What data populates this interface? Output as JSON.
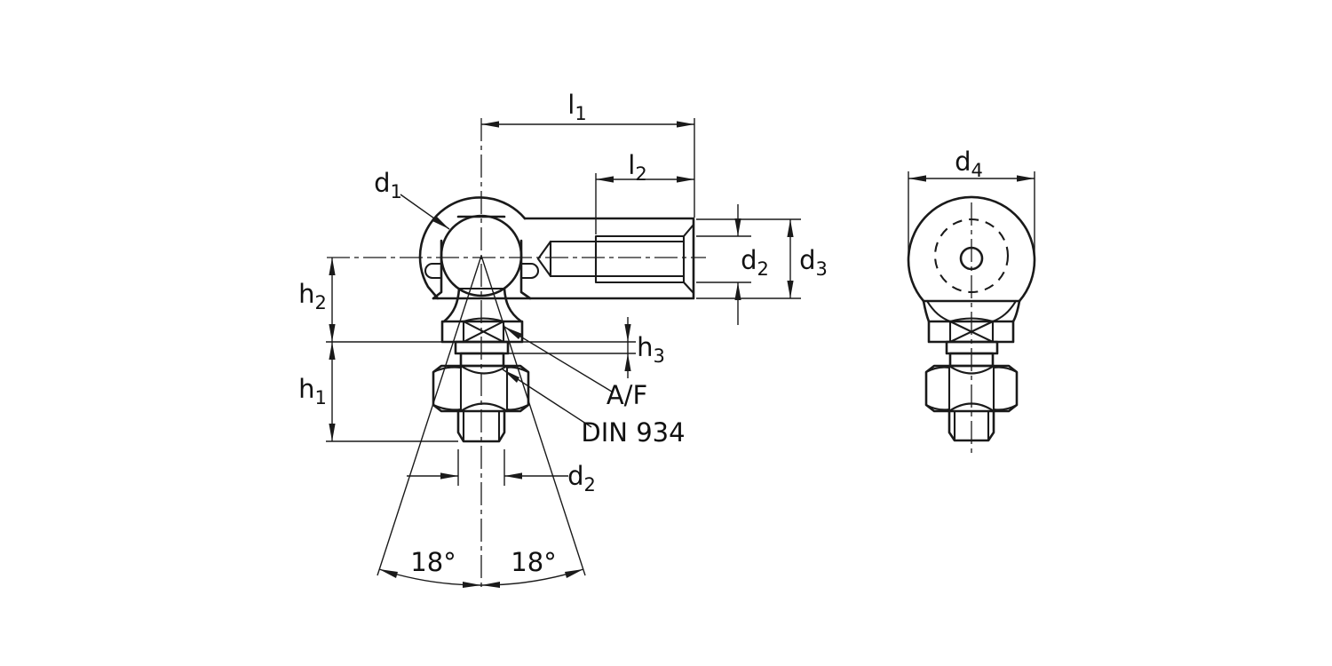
{
  "drawing": {
    "kind": "technical-dimension-drawing",
    "background": "#ffffff",
    "line_color": "#1a1a1a",
    "views": {
      "side": "side-view-ball-joint",
      "front": "front-view-ball-joint"
    },
    "labels": {
      "l1": {
        "base": "l",
        "sub": "1"
      },
      "l2": {
        "base": "l",
        "sub": "2"
      },
      "d1": {
        "base": "d",
        "sub": "1"
      },
      "d2_right": {
        "base": "d",
        "sub": "2"
      },
      "d3": {
        "base": "d",
        "sub": "3"
      },
      "d4": {
        "base": "d",
        "sub": "4"
      },
      "d2_bottom": {
        "base": "d",
        "sub": "2"
      },
      "h1": {
        "base": "h",
        "sub": "1"
      },
      "h2": {
        "base": "h",
        "sub": "2"
      },
      "h3": {
        "base": "h",
        "sub": "3"
      },
      "af": "A/F",
      "din": "DIN 934",
      "angle_left": "18°",
      "angle_right": "18°"
    }
  }
}
